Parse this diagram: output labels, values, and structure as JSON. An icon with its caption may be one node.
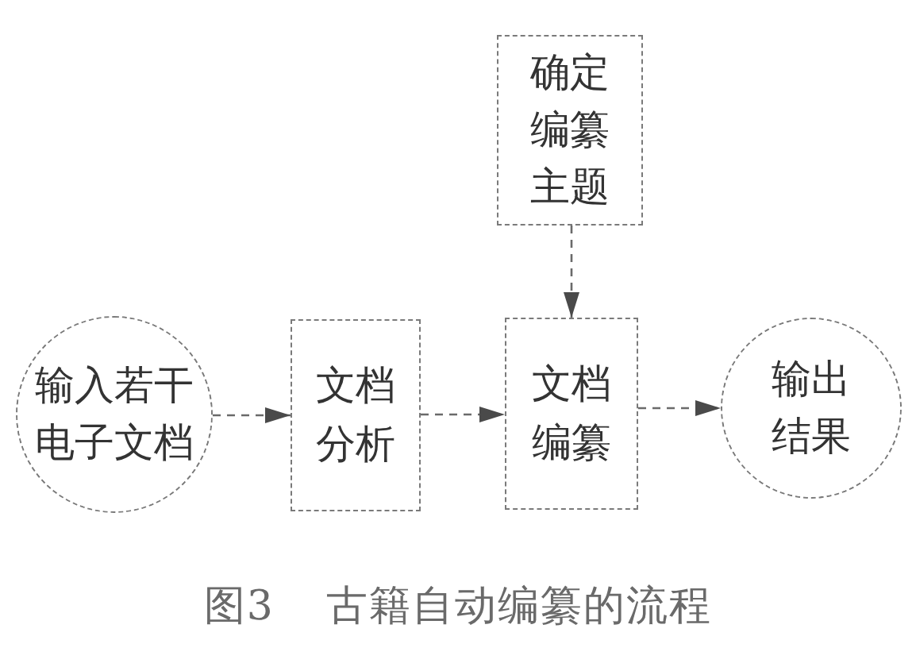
{
  "diagram": {
    "caption": "图3 古籍自动编纂的流程",
    "nodes": [
      {
        "text": [
          "输入若干电子文档"
        ]
      },
      {
        "text": [
          "文档分析"
        ]
      },
      {
        "text": [
          "确定编纂主题"
        ]
      },
      {
        "text": [
          "文档编纂"
        ]
      },
      {
        "text": [
          "输出结果"
        ]
      }
    ],
    "edges": [
      {
        "from": 0,
        "to": 1,
        "arrow": "to",
        "style": "dashed"
      },
      {
        "from": 1,
        "to": 3,
        "arrow": "to",
        "style": "dashed"
      },
      {
        "from": 2,
        "to": 3,
        "arrow": "to",
        "style": "dashed"
      },
      {
        "from": 3,
        "to": 4,
        "arrow": "to",
        "style": "dashed"
      }
    ]
  }
}
